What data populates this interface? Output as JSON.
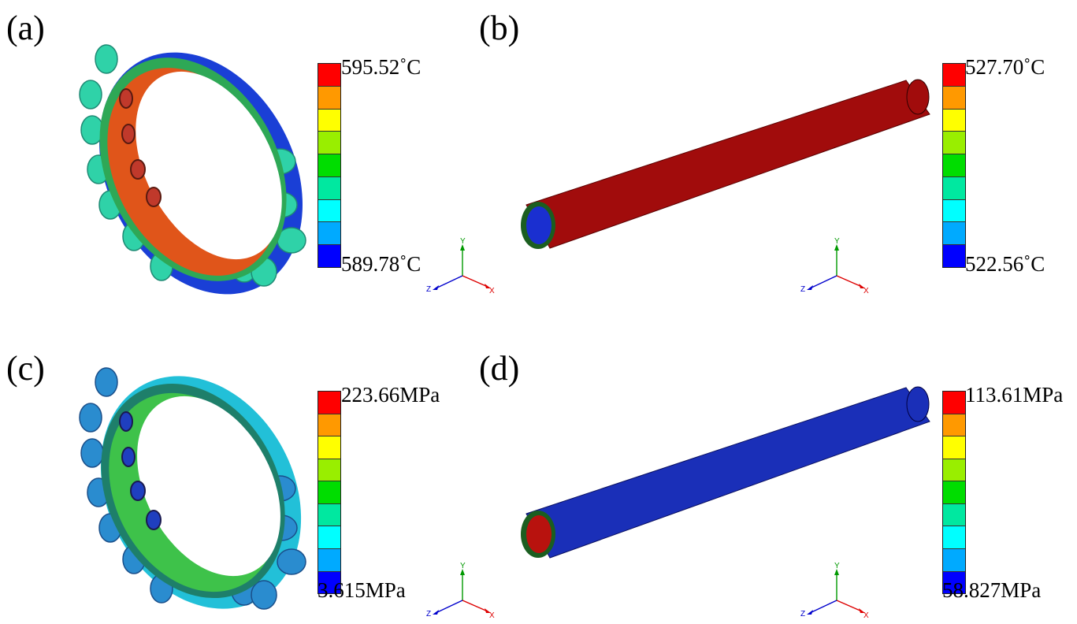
{
  "colors": {
    "legend": [
      "#ff0000",
      "#ff9900",
      "#ffff00",
      "#99ee00",
      "#00dd00",
      "#00e8a0",
      "#00ffff",
      "#00aaff",
      "#0000ff"
    ],
    "axis_x": "#dd0000",
    "axis_y": "#009900",
    "axis_z": "#0000cc"
  },
  "panels": {
    "a": {
      "label": "(a)",
      "max": "595.52˚C",
      "min": "589.78˚C",
      "model": "ring-header-temperature"
    },
    "b": {
      "label": "(b)",
      "max": "527.70˚C",
      "min": "522.56˚C",
      "model": "tube-temperature"
    },
    "c": {
      "label": "(c)",
      "max": "223.66MPa",
      "min": "3.615MPa",
      "model": "ring-header-stress"
    },
    "d": {
      "label": "(d)",
      "max": "113.61MPa",
      "min": "58.827MPa",
      "model": "tube-stress"
    }
  },
  "axes": {
    "x": "X",
    "y": "Y",
    "z": "Z"
  }
}
